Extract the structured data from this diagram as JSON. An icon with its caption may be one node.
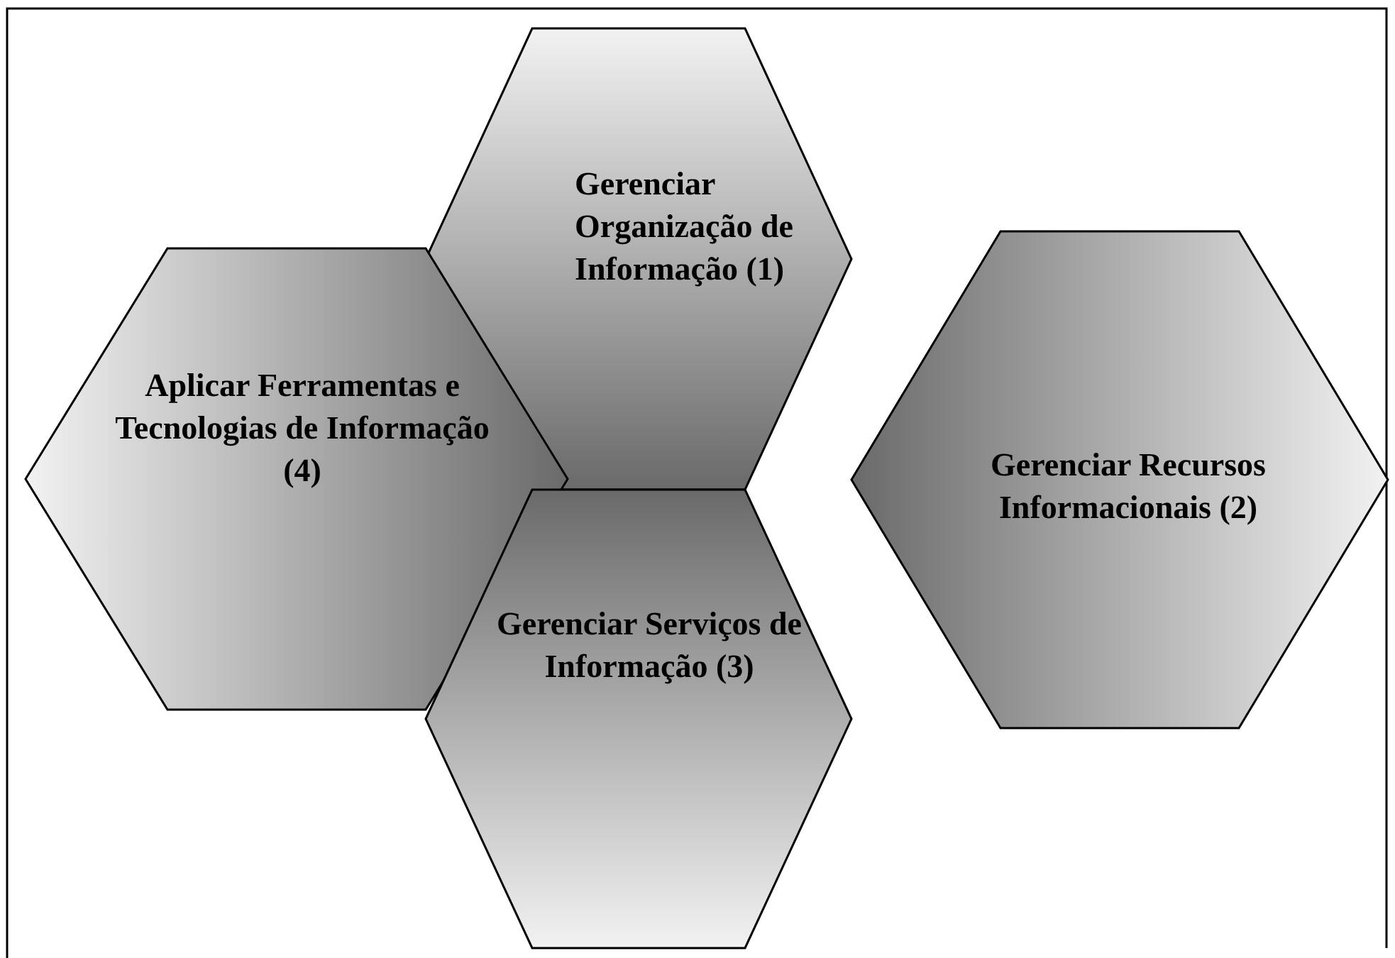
{
  "diagram": {
    "nodes": [
      {
        "text": [
          "Gerenciar Organização de Informação (1)"
        ]
      },
      {
        "text": [
          "Aplicar Ferramentas e Tecnologias de Informação (4)"
        ]
      },
      {
        "text": [
          "Gerenciar Recursos Informacionais (2)"
        ]
      },
      {
        "text": [
          "Gerenciar Serviços de Informação (3)"
        ]
      }
    ]
  }
}
